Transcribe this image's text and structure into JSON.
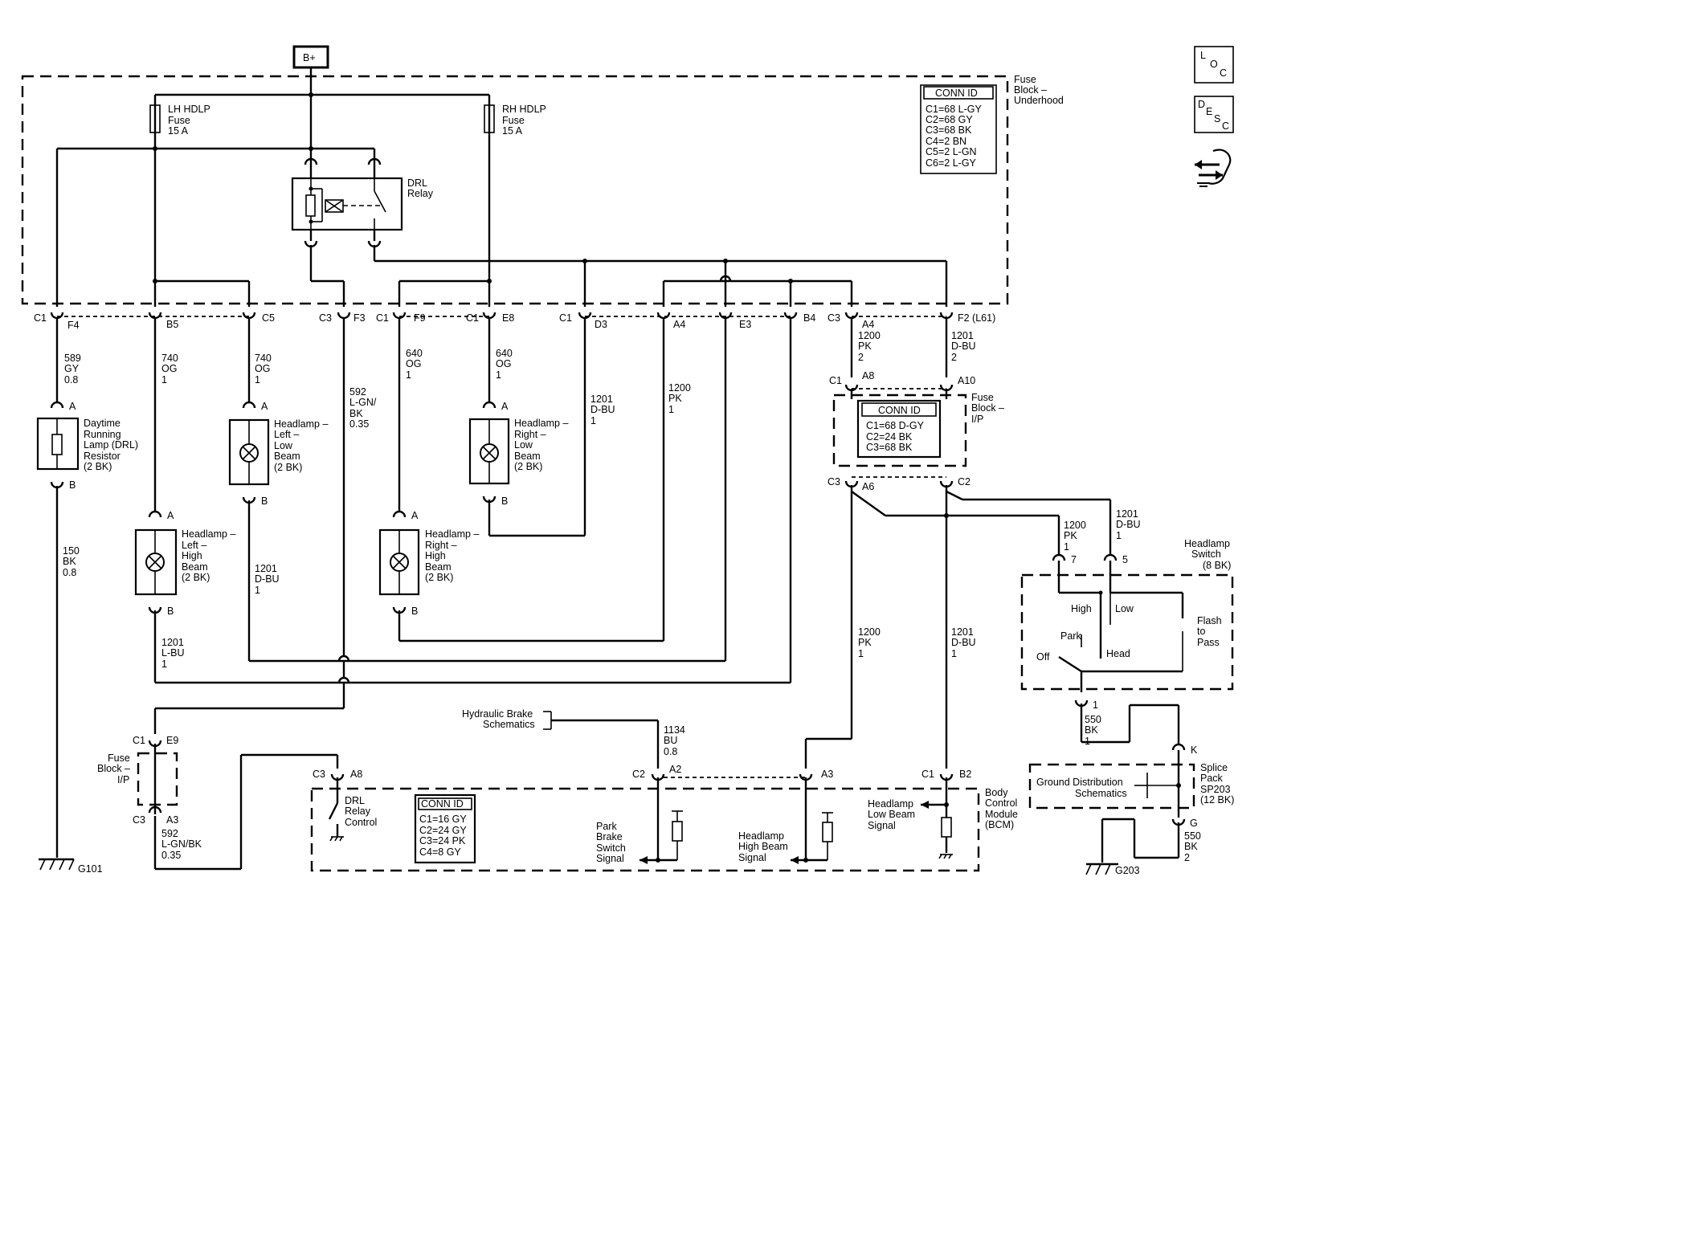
{
  "supply": {
    "label": "B+"
  },
  "fuse_block_underhood": {
    "title": [
      "Fuse",
      "Block –",
      "Underhood"
    ],
    "conn_id_title": "CONN ID",
    "conn_id": [
      "C1=68 L-GY",
      "C2=68 GY",
      "C3=68 BK",
      "C4=2 BN",
      "C5=2 L-GN",
      "C6=2 L-GY"
    ],
    "lh_fuse": [
      "LH HDLP",
      "Fuse",
      "15 A"
    ],
    "rh_fuse": [
      "RH HDLP",
      "Fuse",
      "15 A"
    ],
    "relay": [
      "DRL",
      "Relay"
    ]
  },
  "fuse_block_ip": {
    "title": [
      "Fuse",
      "Block –",
      "I/P"
    ],
    "conn_id_title": "CONN ID",
    "conn_id": [
      "C1=68 D-GY",
      "C2=24 BK",
      "C3=68 BK"
    ]
  },
  "fuse_block_ip_small": {
    "title": [
      "Fuse",
      "Block –",
      "I/P"
    ]
  },
  "bcm": {
    "title": [
      "Body",
      "Control",
      "Module",
      "(BCM)"
    ],
    "conn_id_title": "CONN ID",
    "conn_id": [
      "C1=16 GY",
      "C2=24 GY",
      "C3=24 PK",
      "C4=8 GY"
    ],
    "drl_control": [
      "DRL",
      "Relay",
      "Control"
    ],
    "park_brake": [
      "Park",
      "Brake",
      "Switch",
      "Signal"
    ],
    "high_beam": [
      "Headlamp",
      "High Beam",
      "Signal"
    ],
    "low_beam": [
      "Headlamp",
      "Low Beam",
      "Signal"
    ]
  },
  "headlamp_switch": {
    "title": [
      "Headlamp",
      "Switch",
      "(8 BK)"
    ],
    "high": "High",
    "low": "Low",
    "park": "Park",
    "head": "Head",
    "off": "Off",
    "flash": [
      "Flash",
      "to",
      "Pass"
    ]
  },
  "splice_pack": {
    "title": [
      "Splice",
      "Pack",
      "SP203",
      "(12 BK)"
    ]
  },
  "ground_dist": [
    "Ground Distribution",
    "Schematics"
  ],
  "hydraulic": [
    "Hydraulic Brake",
    "Schematics"
  ],
  "components": {
    "drl_resistor": [
      "Daytime",
      "Running",
      "Lamp (DRL)",
      "Resistor",
      "(2 BK)"
    ],
    "left_low": [
      "Headlamp –",
      "Left –",
      "Low",
      "Beam",
      "(2 BK)"
    ],
    "right_low": [
      "Headlamp –",
      "Right –",
      "Low",
      "Beam",
      "(2 BK)"
    ],
    "left_high": [
      "Headlamp –",
      "Left –",
      "High",
      "Beam",
      "(2 BK)"
    ],
    "right_high": [
      "Headlamp –",
      "Right –",
      "High",
      "Beam",
      "(2 BK)"
    ]
  },
  "wires": {
    "w589": [
      "589",
      "GY",
      "0.8"
    ],
    "w740a": [
      "740",
      "OG",
      "1"
    ],
    "w740b": [
      "740",
      "OG",
      "1"
    ],
    "w592": [
      "592",
      "L-GN/",
      "BK",
      "0.35"
    ],
    "w640a": [
      "640",
      "OG",
      "1"
    ],
    "w640b": [
      "640",
      "OG",
      "1"
    ],
    "w1201_d3": [
      "1201",
      "D-BU",
      "1"
    ],
    "w1200_a4": [
      "1200",
      "PK",
      "1"
    ],
    "w1200_top": [
      "1200",
      "PK",
      "2"
    ],
    "w1201_top": [
      "1201",
      "D-BU",
      "2"
    ],
    "w150": [
      "150",
      "BK",
      "0.8"
    ],
    "w1201_lbu": [
      "1201",
      "L-BU",
      "1"
    ],
    "w1201_dbu_left": [
      "1201",
      "D-BU",
      "1"
    ],
    "w1200_sw": [
      "1200",
      "PK",
      "1"
    ],
    "w1201_sw": [
      "1201",
      "D-BU",
      "1"
    ],
    "w1200_mid": [
      "1200",
      "PK",
      "1"
    ],
    "w1201_mid": [
      "1201",
      "D-BU",
      "1"
    ],
    "w1134": [
      "1134",
      "BU",
      "0.8"
    ],
    "w592b": [
      "592",
      "L-GN/BK",
      "0.35"
    ],
    "w550a": [
      "550",
      "BK",
      "1"
    ],
    "w550b": [
      "550",
      "BK",
      "2"
    ]
  },
  "connectors": {
    "c1_f4": [
      "C1",
      "F4"
    ],
    "b5": "B5",
    "c5": "C5",
    "c3_f3": [
      "C3",
      "F3"
    ],
    "c1_f9": [
      "C1",
      "F9"
    ],
    "c1_e8": [
      "C1",
      "E8"
    ],
    "c1_d3": [
      "C1",
      "D3"
    ],
    "a4": "A4",
    "e3": "E3",
    "b4": "B4",
    "c3_a4": [
      "C3",
      "A4"
    ],
    "f2": "F2 (L61)",
    "c1_a8": [
      "C1",
      "A8"
    ],
    "a10": "A10",
    "c3_a6": [
      "C3",
      "A6"
    ],
    "c2": "C2",
    "pin_a": "A",
    "pin_b": "B",
    "sw7": "7",
    "sw5": "5",
    "sw1": "1",
    "c1_e9": [
      "C1",
      "E9"
    ],
    "c3_a3": [
      "C3",
      "A3"
    ],
    "c3_a8": [
      "C3",
      "A8"
    ],
    "c2_a2": [
      "C2",
      "A2"
    ],
    "a3": "A3",
    "c1_b2": [
      "C1",
      "B2"
    ],
    "k": "K",
    "g": "G"
  },
  "grounds": {
    "g101": "G101",
    "g203": "G203"
  },
  "icons": {
    "loc": [
      "L",
      "O",
      "C"
    ],
    "desc": [
      "D",
      "E",
      "S",
      "C"
    ],
    "nav": "navigation-icon"
  }
}
